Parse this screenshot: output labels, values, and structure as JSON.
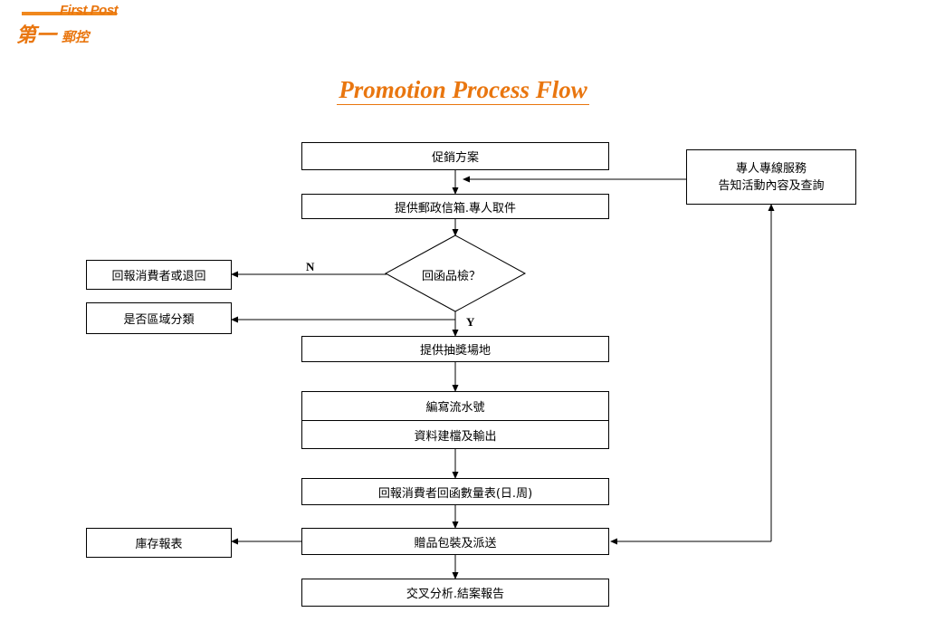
{
  "logo": {
    "english": "First Post",
    "chinese_large": "第一",
    "chinese_small": "郵控"
  },
  "title": "Promotion Process Flow",
  "nodes": {
    "promotion_plan": "促銷方案",
    "pickup": "提供郵政信箱.專人取件",
    "inspection": "回函品檢？",
    "report_or_return": "回報消費者或退回",
    "region_classify": "是否區域分類",
    "lottery_venue": "提供抽獎場地",
    "serial_number": "編寫流水號",
    "data_filing": "資料建檔及輸出",
    "report_count": "回報消費者回函數量表(日.周)",
    "gift_delivery": "贈品包裝及派送",
    "inventory_report": "庫存報表",
    "analysis_report": "交叉分析.結案報告",
    "service_line1": "專人專線服務",
    "service_line2": "告知活動內容及查詢"
  },
  "labels": {
    "no": "N",
    "yes": "Y"
  }
}
